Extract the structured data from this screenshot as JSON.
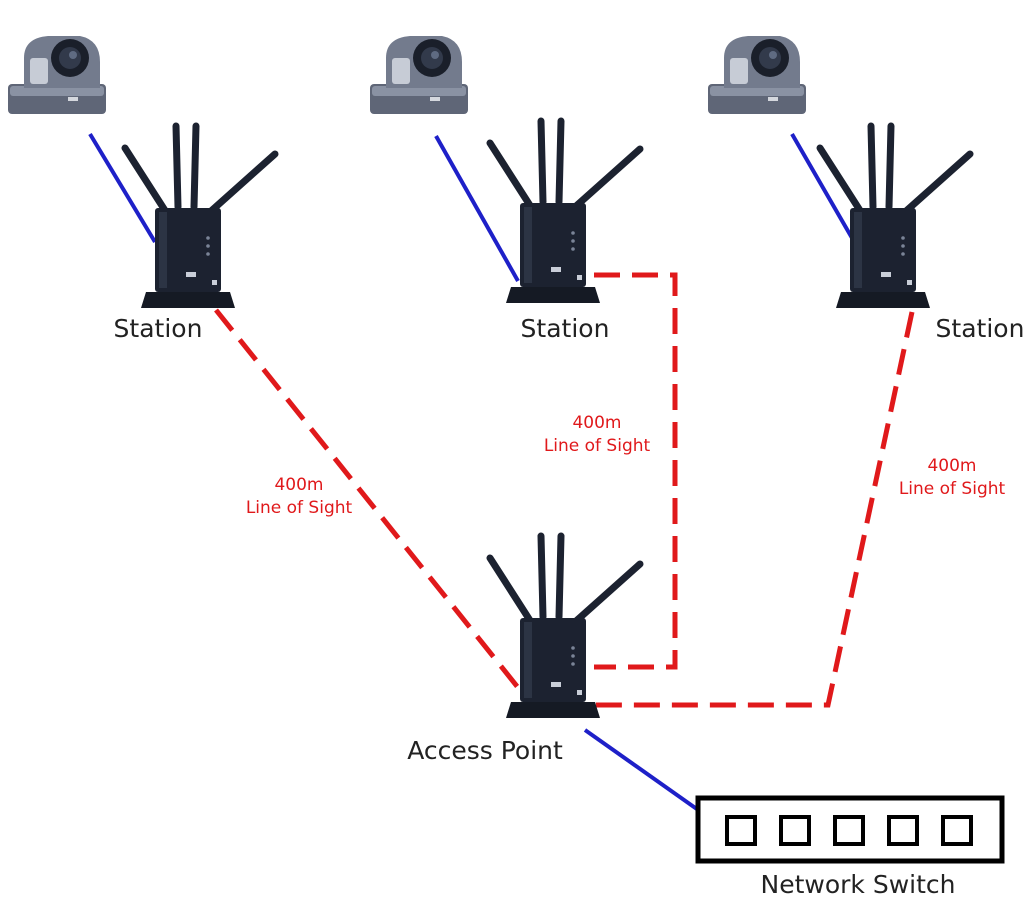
{
  "colors": {
    "wireless_link": "#e0191b",
    "ethernet_link": "#1e20c8",
    "device_dark": "#1c2230",
    "camera_body": "#6e7585",
    "label_text": "#222222"
  },
  "nodes": {
    "station_left": {
      "label": "Station",
      "icon": "wireless-bridge-icon"
    },
    "station_middle": {
      "label": "Station",
      "icon": "wireless-bridge-icon"
    },
    "station_right": {
      "label": "Station",
      "icon": "wireless-bridge-icon"
    },
    "access_point": {
      "label": "Access Point",
      "icon": "wireless-bridge-icon"
    },
    "network_switch": {
      "label": "Network Switch",
      "icon": "network-switch-icon",
      "port_count": 5
    }
  },
  "cameras": [
    {
      "icon": "ptz-camera-icon"
    },
    {
      "icon": "ptz-camera-icon"
    },
    {
      "icon": "ptz-camera-icon"
    }
  ],
  "links": {
    "left": {
      "line1": "400m",
      "line2": "Line of Sight"
    },
    "middle": {
      "line1": "400m",
      "line2": "Line of Sight"
    },
    "right": {
      "line1": "400m",
      "line2": "Line of Sight"
    }
  }
}
